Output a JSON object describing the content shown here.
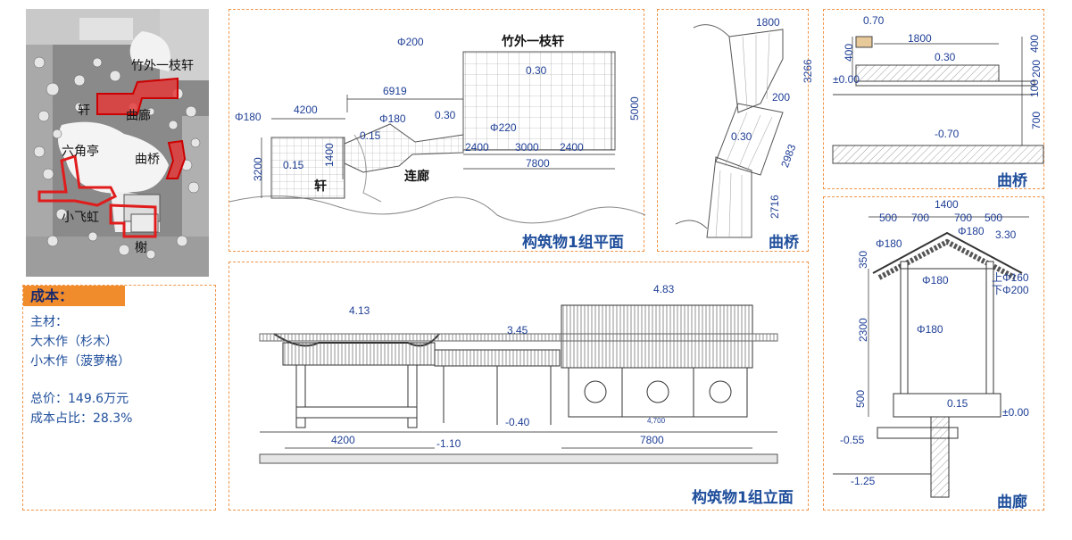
{
  "map": {
    "labels": {
      "zhuwai": "竹外一枝轩",
      "xuan": "轩",
      "qulang": "曲廊",
      "liujiao": "六角亭",
      "qiao": "曲桥",
      "xiaofei": "小飞虹",
      "xie": "榭"
    }
  },
  "cost": {
    "heading": "成本：",
    "main_material": "主材：",
    "line1": "大木作（杉木）",
    "line2": "小木作（菠萝格）",
    "total": "总价：149.6万元",
    "ratio": "成本占比：28.3%"
  },
  "plan": {
    "title": "构筑物1组平面",
    "labels": {
      "zhuwai": "竹外一枝轩",
      "xuan": "轩",
      "lianlang": "连廊"
    },
    "dims": {
      "phi200": "Φ200",
      "d6919": "6919",
      "d4200": "4200",
      "phi180a": "Φ180",
      "phi180b": "Φ180",
      "d030a": "0.30",
      "d030b": "0.30",
      "phi220": "Φ220",
      "d015a": "0.15",
      "d015b": "0.15",
      "d1400": "1400",
      "d3200": "3200",
      "d5000": "5000",
      "d2400a": "2400",
      "d3000": "3000",
      "d2400b": "2400",
      "d7800": "7800"
    }
  },
  "bridge_plan": {
    "title": "曲桥",
    "dims": {
      "d1800": "1800",
      "d3266": "3266",
      "d200": "200",
      "d030": "0.30",
      "d2983": "2983",
      "d2716": "2716"
    }
  },
  "bridge_sec": {
    "title": "曲桥",
    "dims": {
      "d070": "0.70",
      "d1800": "1800",
      "d400a": "400",
      "d400b": "400",
      "d200": "200",
      "d100": "100",
      "d700": "700",
      "d030": "0.30",
      "pm000": "±0.00",
      "m070": "-0.70"
    }
  },
  "elev": {
    "title": "构筑物1组立面",
    "dims": {
      "d483": "4.83",
      "d413": "4.13",
      "d345": "3.45",
      "m040": "-0.40",
      "d4200": "4200",
      "m110": "-1.10",
      "d7800": "7800",
      "d4700": "4,700"
    }
  },
  "corr": {
    "title": "曲廊",
    "dims": {
      "d1400": "1400",
      "d500a": "500",
      "d700a": "700",
      "d700b": "700",
      "d500b": "500",
      "phi180a": "Φ180",
      "phi180b": "Φ180",
      "d330": "3.30",
      "d350": "350",
      "phi180c": "Φ180",
      "phi160": "上Φ160",
      "phi200": "下Φ200",
      "d2300": "2300",
      "phi180d": "Φ180",
      "d500c": "500",
      "d015": "0.15",
      "pm000": "±0.00",
      "m055": "-0.55",
      "m125": "-1.25"
    }
  }
}
